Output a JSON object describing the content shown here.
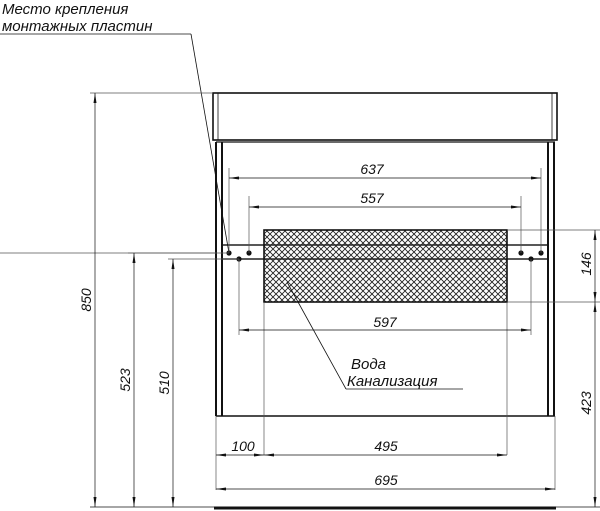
{
  "drawing": {
    "title_note": {
      "line1": "Место крепления",
      "line2": "монтажных пластин"
    },
    "pipe_note": {
      "line1": "Вода",
      "line2": "Канализация"
    },
    "dimensions": {
      "total_height": "850",
      "mount_height_upper": "523",
      "mount_height_lower": "510",
      "plate_span_outer": "637",
      "plate_span_inner": "557",
      "plate_span_mid": "597",
      "pipe_zone_height": "146",
      "pipe_zone_from_floor": "423",
      "left_offset": "100",
      "pipe_zone_width": "495",
      "total_width": "695"
    },
    "colors": {
      "line": "#111111",
      "thin_line": "#555555",
      "background": "#ffffff"
    }
  }
}
